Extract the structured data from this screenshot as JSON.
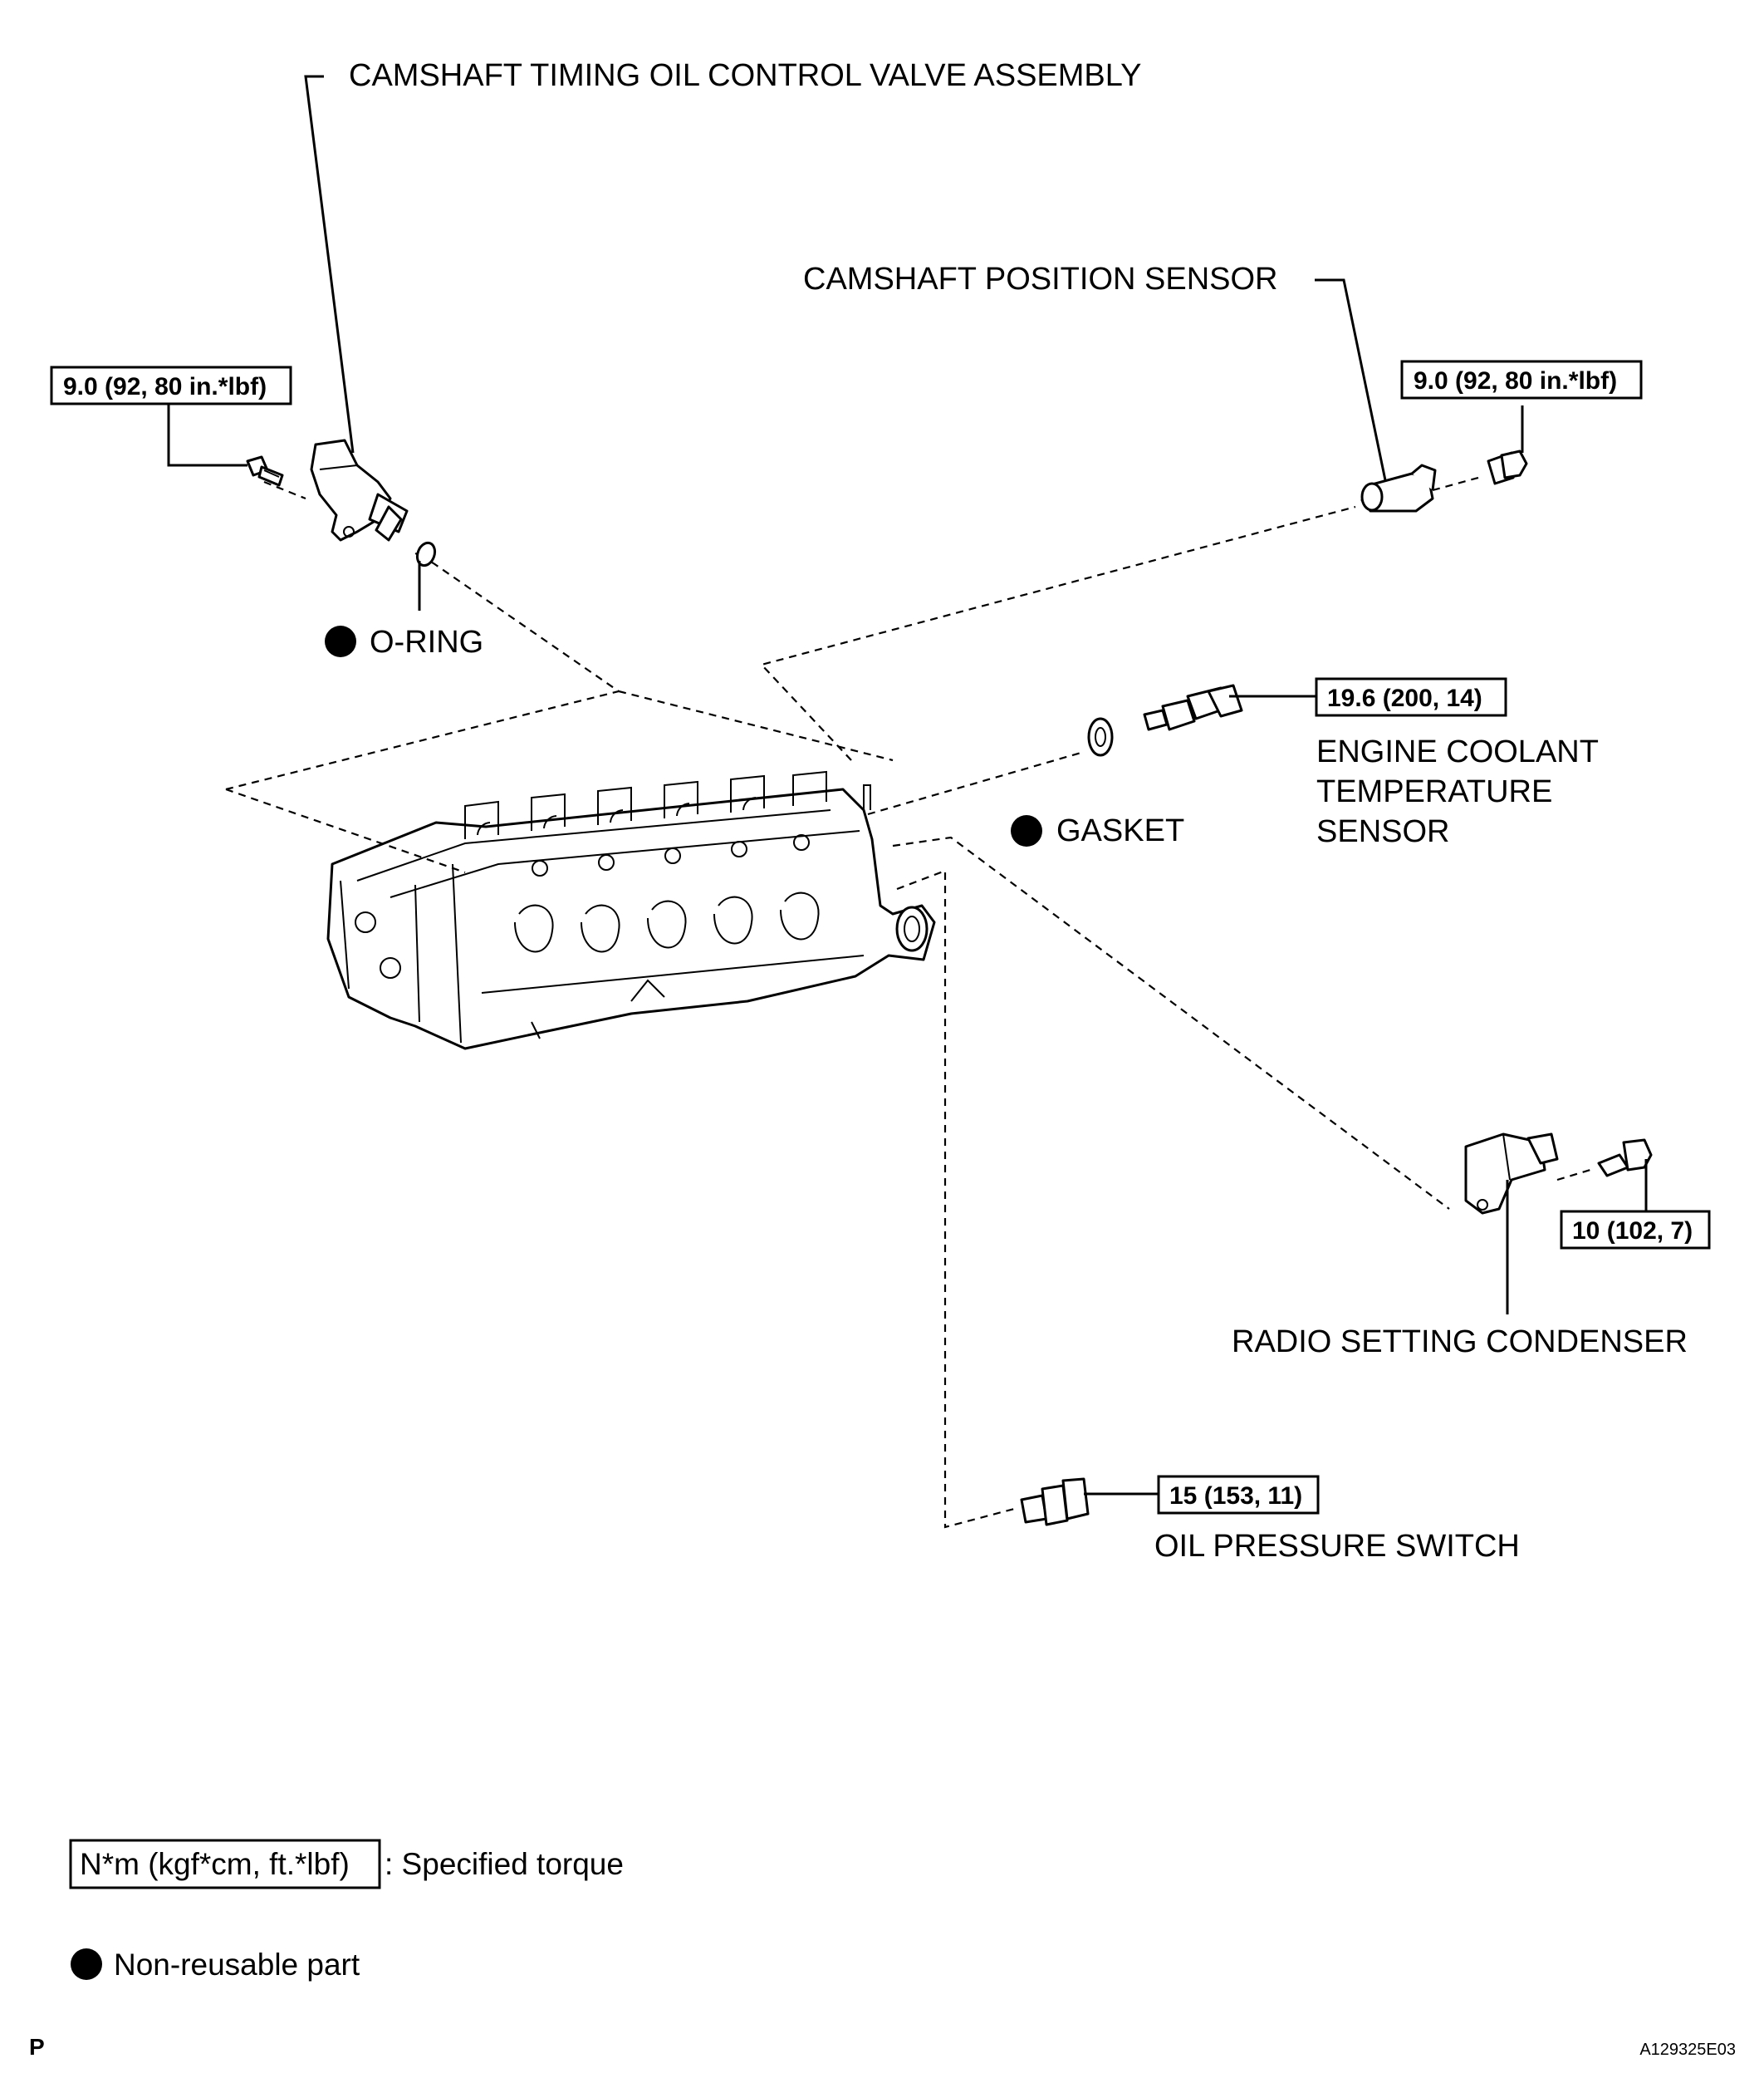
{
  "labels": {
    "ocv_assembly": "CAMSHAFT TIMING OIL CONTROL VALVE ASSEMBLY",
    "cam_sensor": "CAMSHAFT POSITION SENSOR",
    "o_ring": "O-RING",
    "gasket": "GASKET",
    "ect_line1": "ENGINE COOLANT",
    "ect_line2": "TEMPERATURE",
    "ect_line3": "SENSOR",
    "condenser": "RADIO SETTING CONDENSER",
    "oil_switch": "OIL PRESSURE SWITCH"
  },
  "torques": {
    "ocv_bolt": "9.0 (92, 80 in.*lbf)",
    "cam_bolt": "9.0 (92, 80 in.*lbf)",
    "ect": "19.6 (200, 14)",
    "condenser_bolt": "10 (102, 7)",
    "oil_switch": "15 (153, 11)"
  },
  "legend": {
    "torque_unit": "N*m (kgf*cm, ft.*lbf)",
    "torque_desc": ": Specified torque",
    "nonreusable_desc": "Non-reusable part"
  },
  "corner": {
    "left": "P",
    "right": "A129325E03"
  }
}
